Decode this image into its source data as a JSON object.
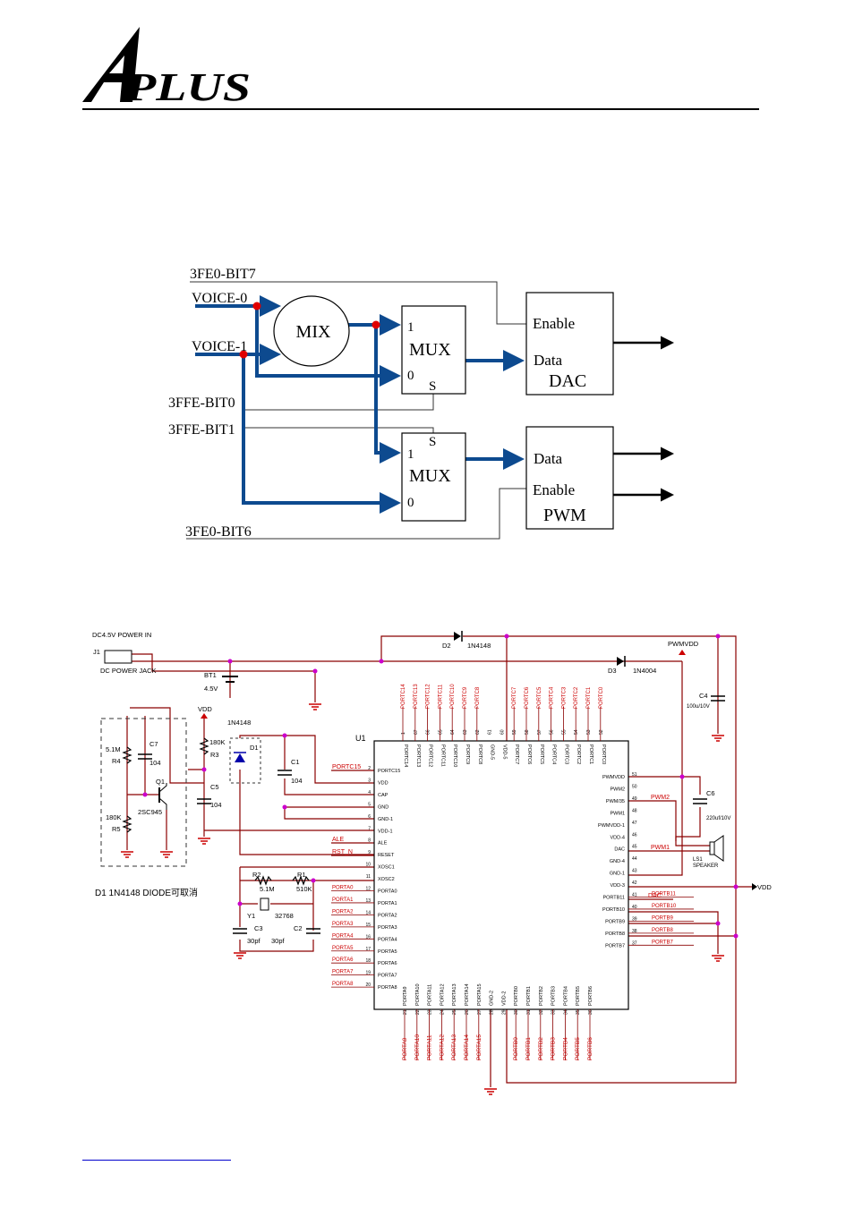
{
  "logo": {
    "text": "PLUS"
  },
  "block_diagram": {
    "signals": {
      "bit7": "3FE0-BIT7",
      "voice0": "VOICE-0",
      "voice1": "VOICE-1",
      "bit0": "3FFE-BIT0",
      "bit1": "3FFE-BIT1",
      "bit6": "3FE0-BIT6"
    },
    "mix": "MIX",
    "mux_top": {
      "label": "MUX",
      "in1": "1",
      "in0": "0",
      "sel": "S"
    },
    "mux_bottom": {
      "label": "MUX",
      "in1": "1",
      "in0": "0",
      "sel": "S"
    },
    "dac": {
      "label": "DAC",
      "enable": "Enable",
      "data": "Data"
    },
    "pwm": {
      "label": "PWM",
      "enable": "Enable",
      "data": "Data"
    }
  },
  "schematic": {
    "power_in": "DC4.5V  POWER  IN",
    "j1": "J1",
    "jack": "DC POWER JACK",
    "bt1": "BT1",
    "bt1_v": "4.5V",
    "vdd": "VDD",
    "d1_part": "1N4148",
    "d1": "D1",
    "r3": "R3",
    "r3_v": "180K",
    "c5": "C5",
    "c5_v": "104",
    "c1": "C1",
    "c1_v": "104",
    "r4": "R4",
    "r4_v": "5.1M",
    "c7": "C7",
    "c7_v": "104",
    "q1": "Q1",
    "q1_part": "2SC945",
    "r5": "R5",
    "r5_v": "180K",
    "d2": "D2",
    "d2_part": "1N4148",
    "d3": "D3",
    "d3_part": "1N4004",
    "pwmvdd": "PWMVDD",
    "c4": "C4",
    "c4_v": "100u/10V",
    "c6": "C6",
    "c6_v": "220uf/10V",
    "ls1": "LS1",
    "speaker": "SPEAKER",
    "u1": "U1",
    "r2": "R2",
    "r2_v": "5.1M",
    "r1": "R1",
    "r1_v": "510K",
    "y1": "Y1",
    "y1_v": "32768",
    "c3": "C3",
    "c3_v": "30pf",
    "c2": "C2",
    "c2_v": "30pf",
    "note": "D1  1N4148  DIODE可取消",
    "vdd_out": "VDD",
    "net_portc15": "PORTC15",
    "net_ale": "ALE",
    "net_rst": "RST_N",
    "net_pwm2": "PWM2",
    "net_pwm1": "PWM1",
    "net_dac": "DAC",
    "left_pins": [
      {
        "num": "2",
        "name": "PORTC15"
      },
      {
        "num": "3",
        "name": "VDD"
      },
      {
        "num": "4",
        "name": "CAP"
      },
      {
        "num": "5",
        "name": "GND"
      },
      {
        "num": "6",
        "name": "GND-1"
      },
      {
        "num": "7",
        "name": "VDD-1"
      },
      {
        "num": "8",
        "name": "ALE"
      },
      {
        "num": "9",
        "name": "RESET"
      },
      {
        "num": "10",
        "name": "XOSC1"
      },
      {
        "num": "11",
        "name": "XOSC2"
      },
      {
        "num": "12",
        "name": "PORTA0"
      },
      {
        "num": "13",
        "name": "PORTA1"
      },
      {
        "num": "14",
        "name": "PORTA2"
      },
      {
        "num": "15",
        "name": "PORTA3"
      },
      {
        "num": "16",
        "name": "PORTA4"
      },
      {
        "num": "17",
        "name": "PORTA5"
      },
      {
        "num": "18",
        "name": "PORTA6"
      },
      {
        "num": "19",
        "name": "PORTA7"
      },
      {
        "num": "20",
        "name": "PORTA8"
      }
    ],
    "left_nets": [
      "PORTA0",
      "PORTA1",
      "PORTA2",
      "PORTA3",
      "PORTA4",
      "PORTA5",
      "PORTA6",
      "PORTA7",
      "PORTA8"
    ],
    "right_pins": [
      {
        "num": "51",
        "name": "PWMVDD"
      },
      {
        "num": "50",
        "name": "PWM2"
      },
      {
        "num": "49",
        "name": "PWM/35"
      },
      {
        "num": "48",
        "name": "PWM1"
      },
      {
        "num": "47",
        "name": "PWMVDD-1"
      },
      {
        "num": "46",
        "name": "VDD-4"
      },
      {
        "num": "45",
        "name": "DAC"
      },
      {
        "num": "44",
        "name": "GND-4"
      },
      {
        "num": "43",
        "name": "GND-1"
      },
      {
        "num": "42",
        "name": "VDD-3"
      },
      {
        "num": "41",
        "name": "PORTB11"
      },
      {
        "num": "40",
        "name": "PORTB10"
      },
      {
        "num": "39",
        "name": "PORTB9"
      },
      {
        "num": "38",
        "name": "PORTB8"
      },
      {
        "num": "37",
        "name": "PORTB7"
      }
    ],
    "right_nets": [
      "PORTB11",
      "PORTB10",
      "PORTB9",
      "PORTB8",
      "PORTB7"
    ],
    "top_pins": [
      {
        "num": "1",
        "name": "PORTC14"
      },
      {
        "num": "67",
        "name": "PORTC13"
      },
      {
        "num": "66",
        "name": "PORTC12"
      },
      {
        "num": "65",
        "name": "PORTC11"
      },
      {
        "num": "64",
        "name": "PORTC10"
      },
      {
        "num": "63",
        "name": "PORTC9"
      },
      {
        "num": "62",
        "name": "PORTC8"
      },
      {
        "num": "61",
        "name": "GND-5"
      },
      {
        "num": "60",
        "name": "VDD-5"
      },
      {
        "num": "59",
        "name": "PORTC7"
      },
      {
        "num": "58",
        "name": "PORTC6"
      },
      {
        "num": "57",
        "name": "PORTC5"
      },
      {
        "num": "56",
        "name": "PORTC4"
      },
      {
        "num": "55",
        "name": "PORTC3"
      },
      {
        "num": "54",
        "name": "PORTC2"
      },
      {
        "num": "53",
        "name": "PORTC1"
      },
      {
        "num": "52",
        "name": "PORTC0"
      }
    ],
    "top_nets": [
      "PORTC14",
      "PORTC13",
      "PORTC12",
      "PORTC11",
      "PORTC10",
      "PORTC9",
      "PORTC8",
      "",
      "",
      "PORTC7",
      "PORTC6",
      "PORTC5",
      "PORTC4",
      "PORTC3",
      "PORTC2",
      "PORTC1",
      "PORTC0"
    ],
    "bottom_pins": [
      {
        "num": "21",
        "name": "PORTA9"
      },
      {
        "num": "22",
        "name": "PORTA10"
      },
      {
        "num": "23",
        "name": "PORTA11"
      },
      {
        "num": "24",
        "name": "PORTA12"
      },
      {
        "num": "25",
        "name": "PORTA13"
      },
      {
        "num": "26",
        "name": "PORTA14"
      },
      {
        "num": "27",
        "name": "PORTA15"
      },
      {
        "num": "28",
        "name": "GND-2"
      },
      {
        "num": "29",
        "name": "VDD-2"
      },
      {
        "num": "30",
        "name": "PORTB0"
      },
      {
        "num": "31",
        "name": "PORTB1"
      },
      {
        "num": "32",
        "name": "PORTB2"
      },
      {
        "num": "33",
        "name": "PORTB3"
      },
      {
        "num": "34",
        "name": "PORTB4"
      },
      {
        "num": "35",
        "name": "PORTB5"
      },
      {
        "num": "36",
        "name": "PORTB6"
      }
    ],
    "bottom_nets": [
      "PORTA9",
      "PORTA10",
      "PORTA11",
      "PORTA12",
      "PORTA13",
      "PORTA14",
      "PORTA15",
      "",
      "",
      "PORTB0",
      "PORTB1",
      "PORTB2",
      "PORTB3",
      "PORTB4",
      "PORTB5",
      "PORTB6"
    ]
  }
}
